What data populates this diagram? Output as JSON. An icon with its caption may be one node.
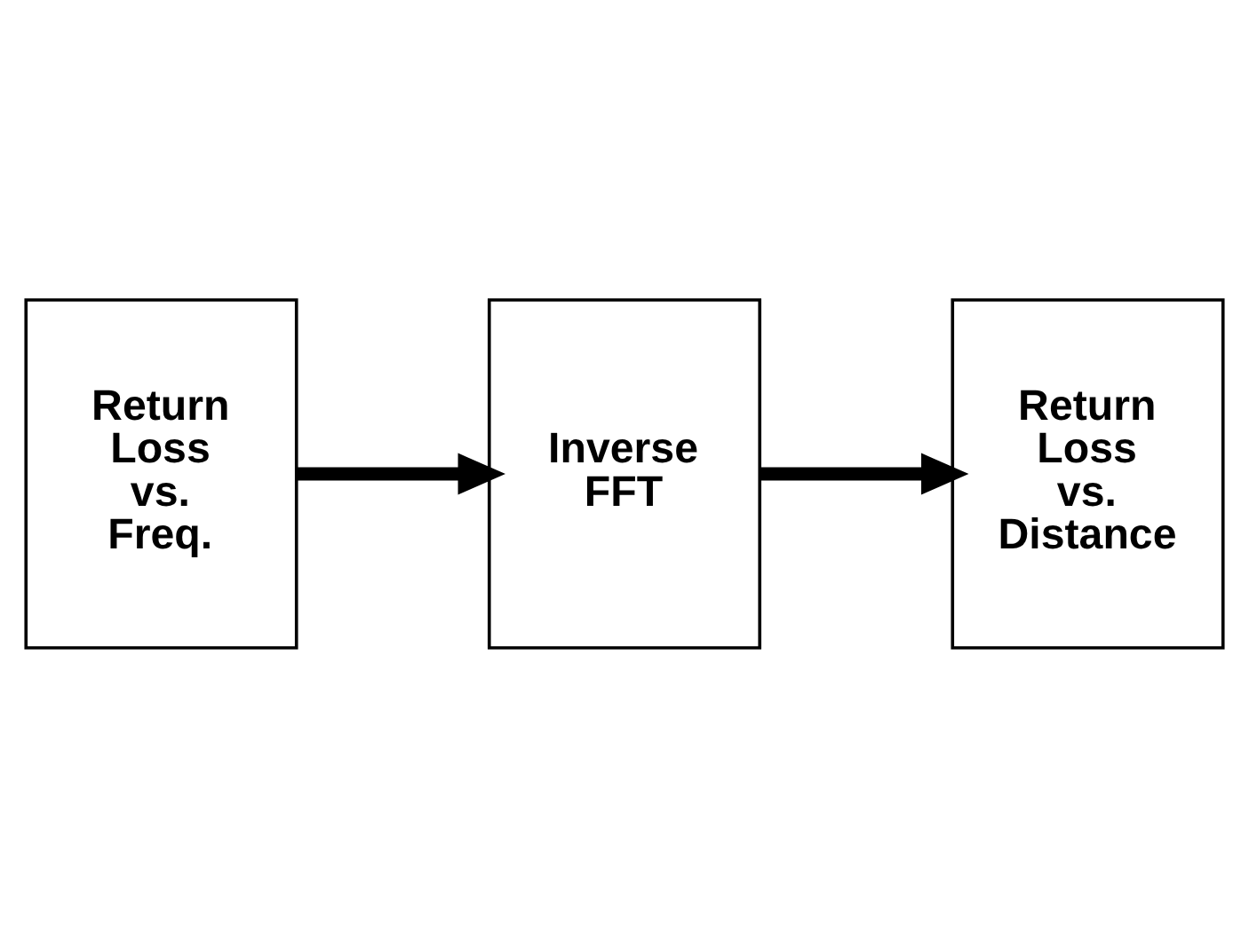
{
  "diagram": {
    "nodes": [
      {
        "text": [
          "Return Loss vs. Freq."
        ]
      },
      {
        "text": [
          "Inverse FFT"
        ]
      },
      {
        "text": [
          "Return Loss vs. Distance"
        ]
      }
    ],
    "edges": [
      {
        "from": 0,
        "to": 1,
        "arrow": "to"
      },
      {
        "from": 1,
        "to": 2,
        "arrow": "to"
      }
    ]
  }
}
